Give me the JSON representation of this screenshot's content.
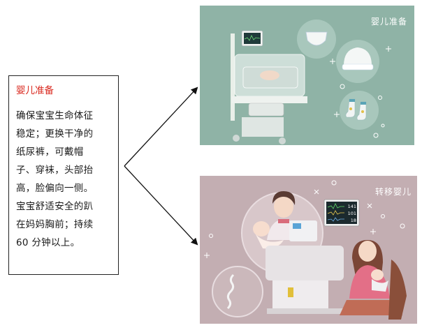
{
  "textbox": {
    "title": "婴儿准备",
    "lines": [
      "确保宝宝生命体征",
      "稳定；更换干净的",
      "纸尿裤，可戴帽",
      "子、穿袜，头部抬",
      "高，脸偏向一侧。",
      "宝宝舒适安全的趴",
      "在妈妈胸前；持续",
      "60 分钟以上。"
    ]
  },
  "panel_top": {
    "label": "婴儿准备"
  },
  "panel_bottom": {
    "label": "转移婴儿",
    "monitor_values": [
      "141",
      "101",
      "18"
    ]
  },
  "colors": {
    "panel_top_bg": "#8fb3a6",
    "panel_bottom_bg": "#c3aeb2",
    "title_red": "#d9261c"
  },
  "icons": [
    "incubator-icon",
    "diaper-icon",
    "baby-hat-icon",
    "baby-socks-icon",
    "vital-monitor-icon",
    "nurse-icon",
    "mother-icon",
    "baby-icon",
    "tube-icon"
  ]
}
